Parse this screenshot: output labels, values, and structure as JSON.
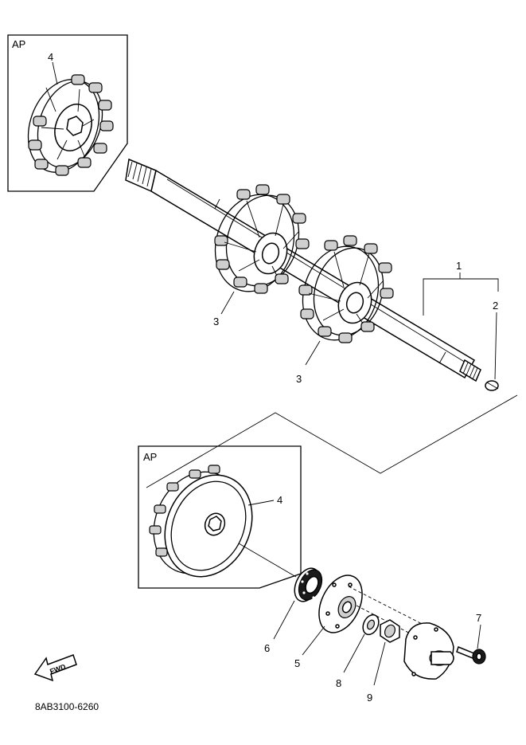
{
  "diagram": {
    "part_code": "8AB3100-6260",
    "inset_labels": [
      "AP",
      "AP"
    ],
    "fwd_label": "FWD",
    "callouts": [
      "1",
      "2",
      "3",
      "3",
      "4",
      "4",
      "5",
      "6",
      "7",
      "8",
      "9"
    ]
  }
}
